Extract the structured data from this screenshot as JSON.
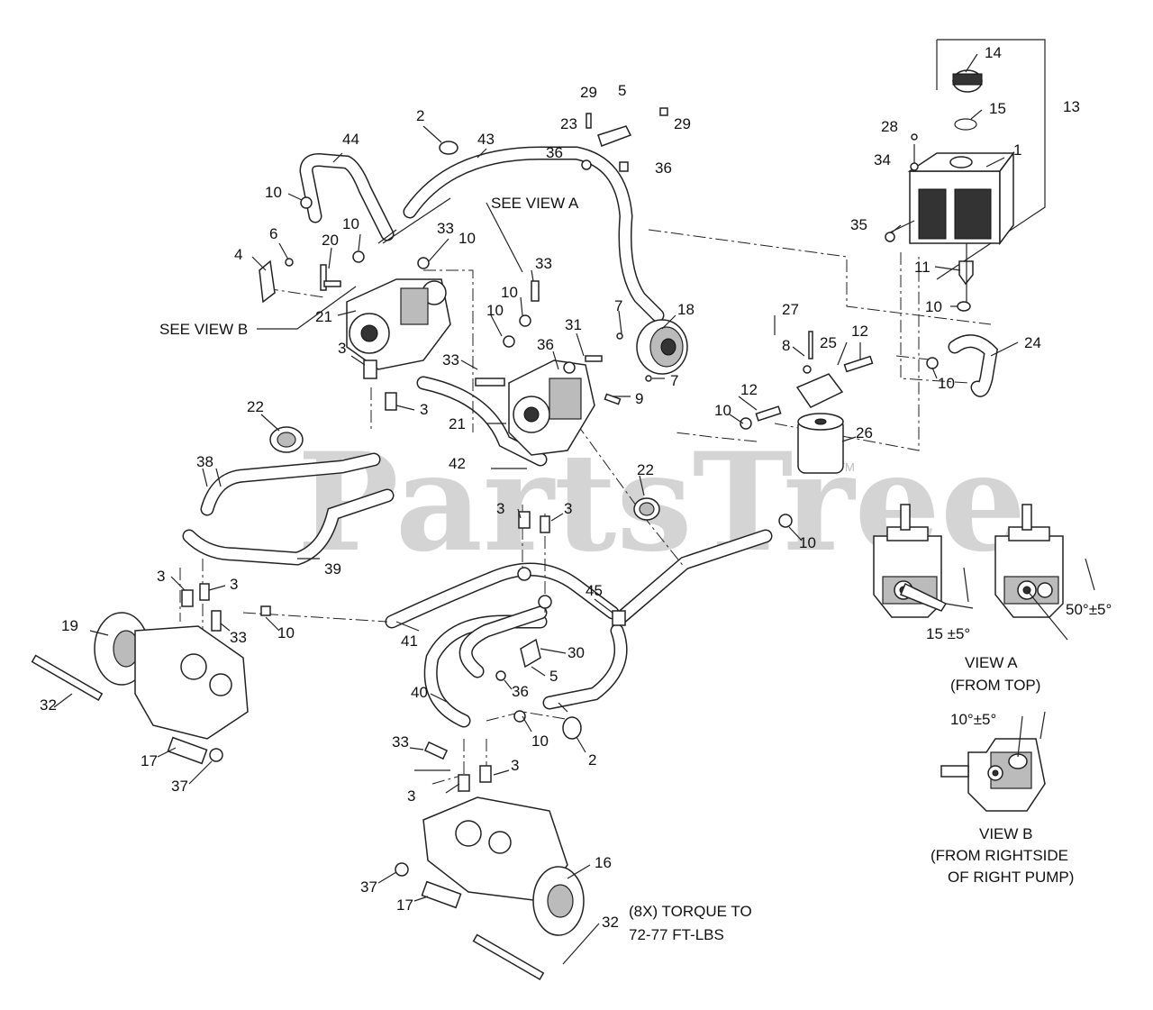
{
  "watermark": {
    "text": "PartsTree",
    "tm": "TM"
  },
  "callouts": {
    "c1": "1",
    "c2a": "2",
    "c2b": "2",
    "c3a": "3",
    "c3b": "3",
    "c3c": "3",
    "c3d": "3",
    "c3e": "3",
    "c3f": "3",
    "c3g": "3",
    "c3h": "3",
    "c4": "4",
    "c5a": "5",
    "c5b": "5",
    "c6": "6",
    "c7a": "7",
    "c7b": "7",
    "c8": "8",
    "c9": "9",
    "c10a": "10",
    "c10b": "10",
    "c10c": "10",
    "c10d": "10",
    "c10e": "10",
    "c10f": "10",
    "c10g": "10",
    "c10h": "10",
    "c10i": "10",
    "c10j": "10",
    "c10k": "10",
    "c10l": "10",
    "c11": "11",
    "c12a": "12",
    "c12b": "12",
    "c13": "13",
    "c14": "14",
    "c15": "15",
    "c16": "16",
    "c17a": "17",
    "c17b": "17",
    "c18": "18",
    "c19": "19",
    "c20": "20",
    "c21a": "21",
    "c21b": "21",
    "c22a": "22",
    "c22b": "22",
    "c23": "23",
    "c24": "24",
    "c25": "25",
    "c26": "26",
    "c27": "27",
    "c28": "28",
    "c29a": "29",
    "c29b": "29",
    "c30": "30",
    "c31": "31",
    "c32a": "32",
    "c32b": "32",
    "c33a": "33",
    "c33b": "33",
    "c33c": "33",
    "c33d": "33",
    "c33e": "33",
    "c34": "34",
    "c35": "35",
    "c36a": "36",
    "c36b": "36",
    "c36c": "36",
    "c36d": "36",
    "c37a": "37",
    "c37b": "37",
    "c38": "38",
    "c39": "39",
    "c40": "40",
    "c41": "41",
    "c42": "42",
    "c43": "43",
    "c44": "44",
    "c45": "45"
  },
  "notes": {
    "see_view_a": "SEE VIEW A",
    "see_view_b": "SEE VIEW B",
    "torque_line1": "(8X) TORQUE TO",
    "torque_line2": "72-77 FT-LBS"
  },
  "view_a": {
    "angle_left": "15 ±5°",
    "angle_right": "50°±5°",
    "title": "VIEW A",
    "subtitle": "(FROM TOP)"
  },
  "view_b": {
    "angle": "10°±5°",
    "title": "VIEW B",
    "subtitle_line1": "(FROM RIGHTSIDE",
    "subtitle_line2": "OF RIGHT PUMP)"
  }
}
